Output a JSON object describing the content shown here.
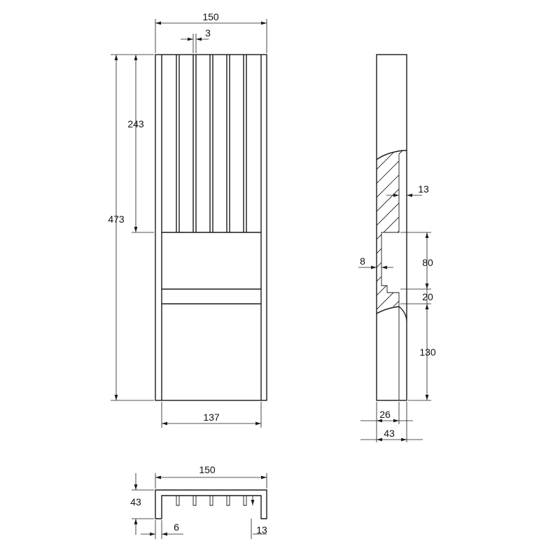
{
  "dimensions": {
    "front_overall_width": "150",
    "slot_width": "3",
    "slot_depth": "243",
    "overall_height": "473",
    "inner_width": "137",
    "side_wall": "13",
    "side_wall_bottom": "8",
    "rebate_height": "80",
    "rail_height": "20",
    "lower_height": "130",
    "rail_depth": "26",
    "overall_depth": "43",
    "top_width": "150",
    "top_depth": "43",
    "top_leg": "6",
    "top_wall": "13"
  }
}
